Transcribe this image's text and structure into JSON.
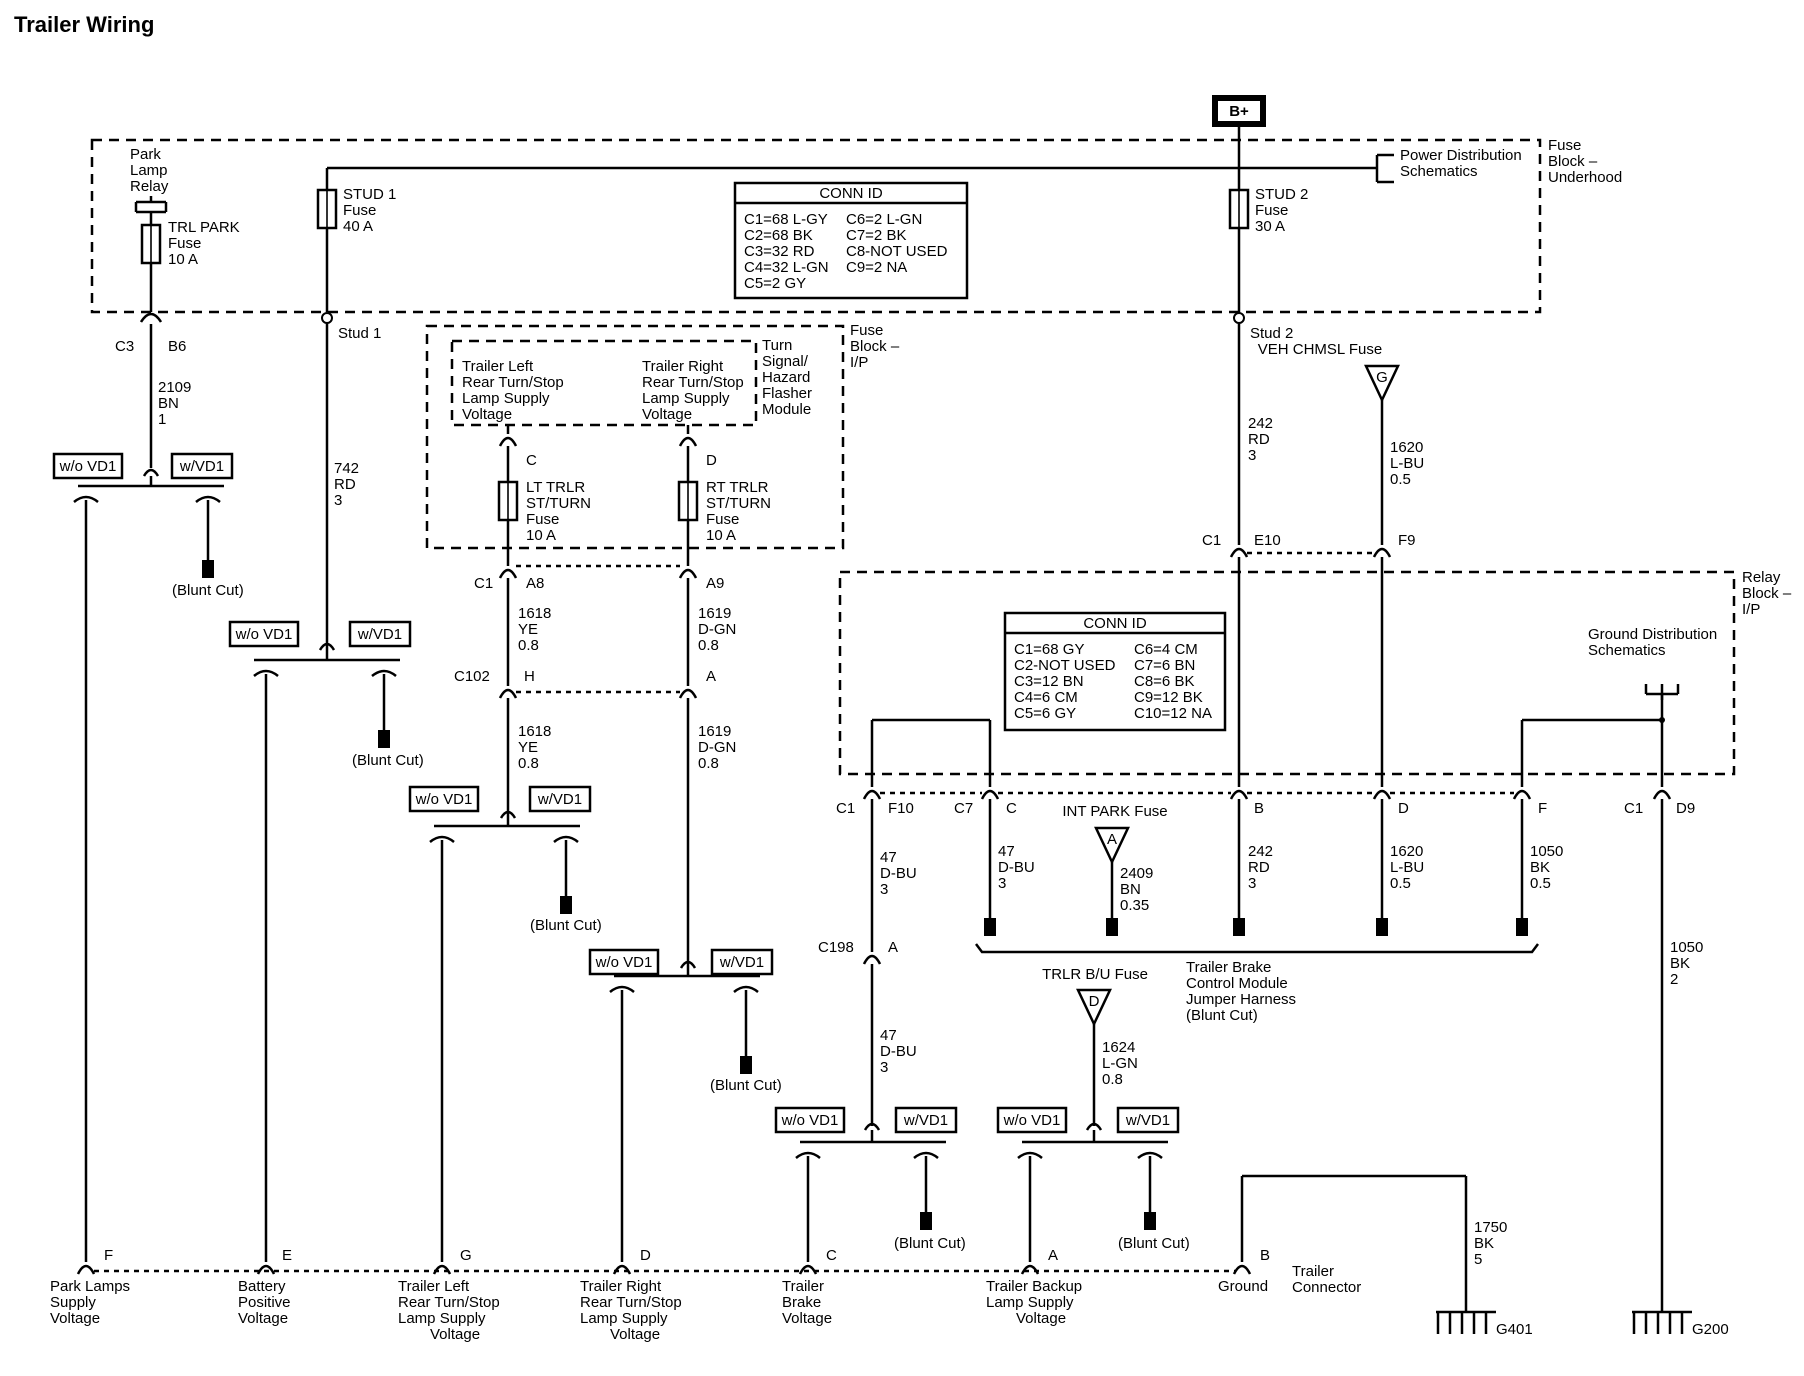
{
  "title": "Trailer Wiring",
  "power_source": "B+",
  "underhood_block": {
    "label": [
      "Fuse",
      "Block –",
      "Underhood"
    ],
    "power_dist": [
      "Power Distribution",
      "Schematics"
    ],
    "park_relay": [
      "Park",
      "Lamp",
      "Relay"
    ],
    "trl_park_fuse": [
      "TRL PARK",
      "Fuse",
      "10 A"
    ],
    "stud1_fuse": [
      "STUD 1",
      "Fuse",
      "40 A"
    ],
    "stud2_fuse": [
      "STUD 2",
      "Fuse",
      "30 A"
    ],
    "conn_id": {
      "title": "CONN ID",
      "left": [
        "C1=68 L-GY",
        "C2=68 BK",
        "C3=32 RD",
        "C4=32 L-GN",
        "C5=2 GY"
      ],
      "right": [
        "C6=2 L-GN",
        "C7=2 BK",
        "C8-NOT USED",
        "C9=2 NA"
      ]
    }
  },
  "ip_block": {
    "label": [
      "Fuse",
      "Block –",
      "I/P"
    ],
    "flasher": [
      "Turn",
      "Signal/",
      "Hazard",
      "Flasher",
      "Module"
    ],
    "left_supply": [
      "Trailer Left",
      "Rear Turn/Stop",
      "Lamp Supply",
      "Voltage"
    ],
    "right_supply": [
      "Trailer Right",
      "Rear Turn/Stop",
      "Lamp Supply",
      "Voltage"
    ],
    "lt_fuse": [
      "LT TRLR",
      "ST/TURN",
      "Fuse",
      "10 A"
    ],
    "rt_fuse": [
      "RT TRLR",
      "ST/TURN",
      "Fuse",
      "10 A"
    ],
    "pin_c": "C",
    "pin_d": "D"
  },
  "relay_block": {
    "label": [
      "Relay",
      "Block –",
      "I/P"
    ],
    "ground_dist": [
      "Ground Distribution",
      "Schematics"
    ],
    "conn_id": {
      "title": "CONN ID",
      "left": [
        "C1=68 GY",
        "C2-NOT USED",
        "C3=12 BN",
        "C4=6 CM",
        "C5=6 GY"
      ],
      "right": [
        "C6=4 CM",
        "C7=6 BN",
        "C8=6 BK",
        "C9=12 BK",
        "C10=12 NA"
      ]
    }
  },
  "labels": {
    "c3": "C3",
    "b6": "B6",
    "stud1": "Stud 1",
    "stud2": "Stud 2",
    "c1": "C1",
    "a8": "A8",
    "a9": "A9",
    "c102": "C102",
    "h": "H",
    "a": "A",
    "e10": "E10",
    "f9": "F9",
    "f10": "F10",
    "c7": "C7",
    "pin_c": "C",
    "pin_b": "B",
    "pin_d": "D",
    "pin_f": "F",
    "d9": "D9",
    "c198": "C198",
    "c198_a": "A",
    "veh_chmsl": "VEH CHMSL Fuse",
    "veh_chmsl_pin": "G",
    "int_park": "INT PARK Fuse",
    "int_park_pin": "A",
    "trlr_bu": "TRLR B/U Fuse",
    "trlr_bu_pin": "D",
    "jumper": [
      "Trailer Brake",
      "Control Module",
      "Jumper Harness",
      "(Blunt Cut)"
    ],
    "blunt_cut": "(Blunt Cut)",
    "wo_vd1": "w/o VD1",
    "w_vd1": "w/VD1",
    "g401": "G401",
    "g200": "G200"
  },
  "wires": {
    "w2109": [
      "2109",
      "BN",
      "1"
    ],
    "w742": [
      "742",
      "RD",
      "3"
    ],
    "w242a": [
      "242",
      "RD",
      "3"
    ],
    "w1620a": [
      "1620",
      "L-BU",
      "0.5"
    ],
    "w1618a": [
      "1618",
      "YE",
      "0.8"
    ],
    "w1619a": [
      "1619",
      "D-GN",
      "0.8"
    ],
    "w1618b": [
      "1618",
      "YE",
      "0.8"
    ],
    "w1619b": [
      "1619",
      "D-GN",
      "0.8"
    ],
    "w47a": [
      "47",
      "D-BU",
      "3"
    ],
    "w47b": [
      "47",
      "D-BU",
      "3"
    ],
    "w47c": [
      "47",
      "D-BU",
      "3"
    ],
    "w2409": [
      "2409",
      "BN",
      "0.35"
    ],
    "w242b": [
      "242",
      "RD",
      "3"
    ],
    "w1620b": [
      "1620",
      "L-BU",
      "0.5"
    ],
    "w1050a": [
      "1050",
      "BK",
      "0.5"
    ],
    "w1050b": [
      "1050",
      "BK",
      "2"
    ],
    "w1624": [
      "1624",
      "L-GN",
      "0.8"
    ],
    "w1750": [
      "1750",
      "BK",
      "5"
    ]
  },
  "trailer_connector": {
    "label": [
      "Trailer",
      "Connector"
    ],
    "pins": [
      {
        "pin": "F",
        "desc": [
          "Park Lamps",
          "Supply",
          "Voltage"
        ]
      },
      {
        "pin": "E",
        "desc": [
          "Battery",
          "Positive",
          "Voltage"
        ]
      },
      {
        "pin": "G",
        "desc": [
          "Trailer Left",
          "Rear Turn/Stop",
          "Lamp Supply",
          "Voltage"
        ]
      },
      {
        "pin": "D",
        "desc": [
          "Trailer Right",
          "Rear Turn/Stop",
          "Lamp Supply",
          "Voltage"
        ]
      },
      {
        "pin": "C",
        "desc": [
          "Trailer",
          "Brake",
          "Voltage"
        ]
      },
      {
        "pin": "A",
        "desc": [
          "Trailer Backup",
          "Lamp Supply",
          "Voltage"
        ]
      },
      {
        "pin": "B",
        "desc": [
          "Ground"
        ]
      }
    ]
  }
}
